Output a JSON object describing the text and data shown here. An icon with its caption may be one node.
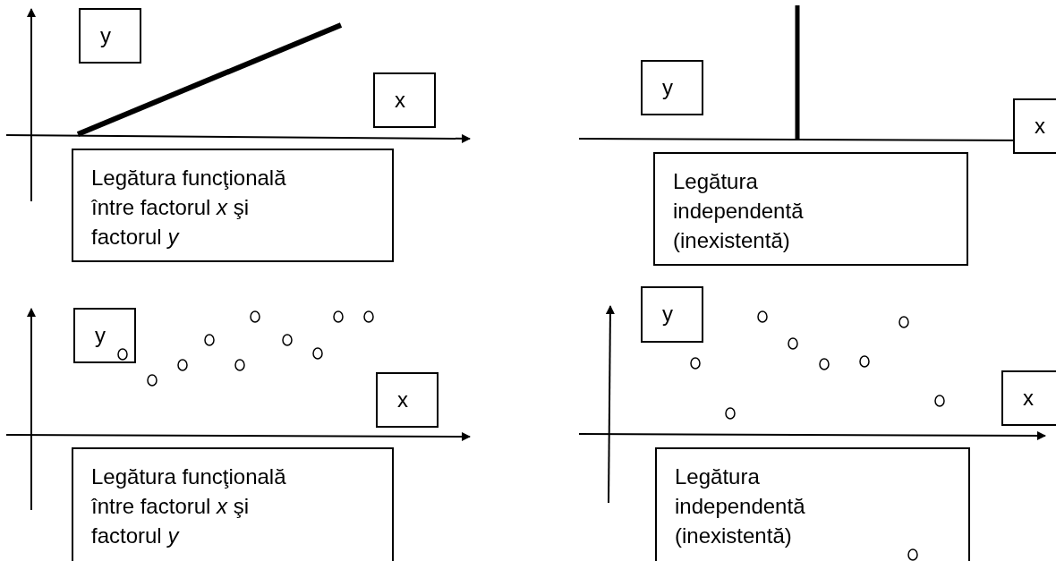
{
  "diagram": {
    "nodes": [
      {
        "text": [
          "y"
        ]
      },
      {
        "text": [
          "x"
        ]
      },
      {
        "text": [
          "Legătura funcţională între factorul *x* şi factorul *y*"
        ]
      },
      {
        "text": [
          "y"
        ]
      },
      {
        "text": [
          "x"
        ]
      },
      {
        "text": [
          "Legătura independentă (inexistentă)"
        ]
      },
      {
        "text": [
          "y"
        ]
      },
      {
        "text": [
          "x"
        ]
      },
      {
        "text": [
          "Legătura funcţională între factorul *x* şi factorul *y*"
        ]
      },
      {
        "text": [
          "y"
        ]
      },
      {
        "text": [
          "x"
        ]
      },
      {
        "text": [
          "Legătura independentă (inexistentă)"
        ]
      }
    ]
  }
}
